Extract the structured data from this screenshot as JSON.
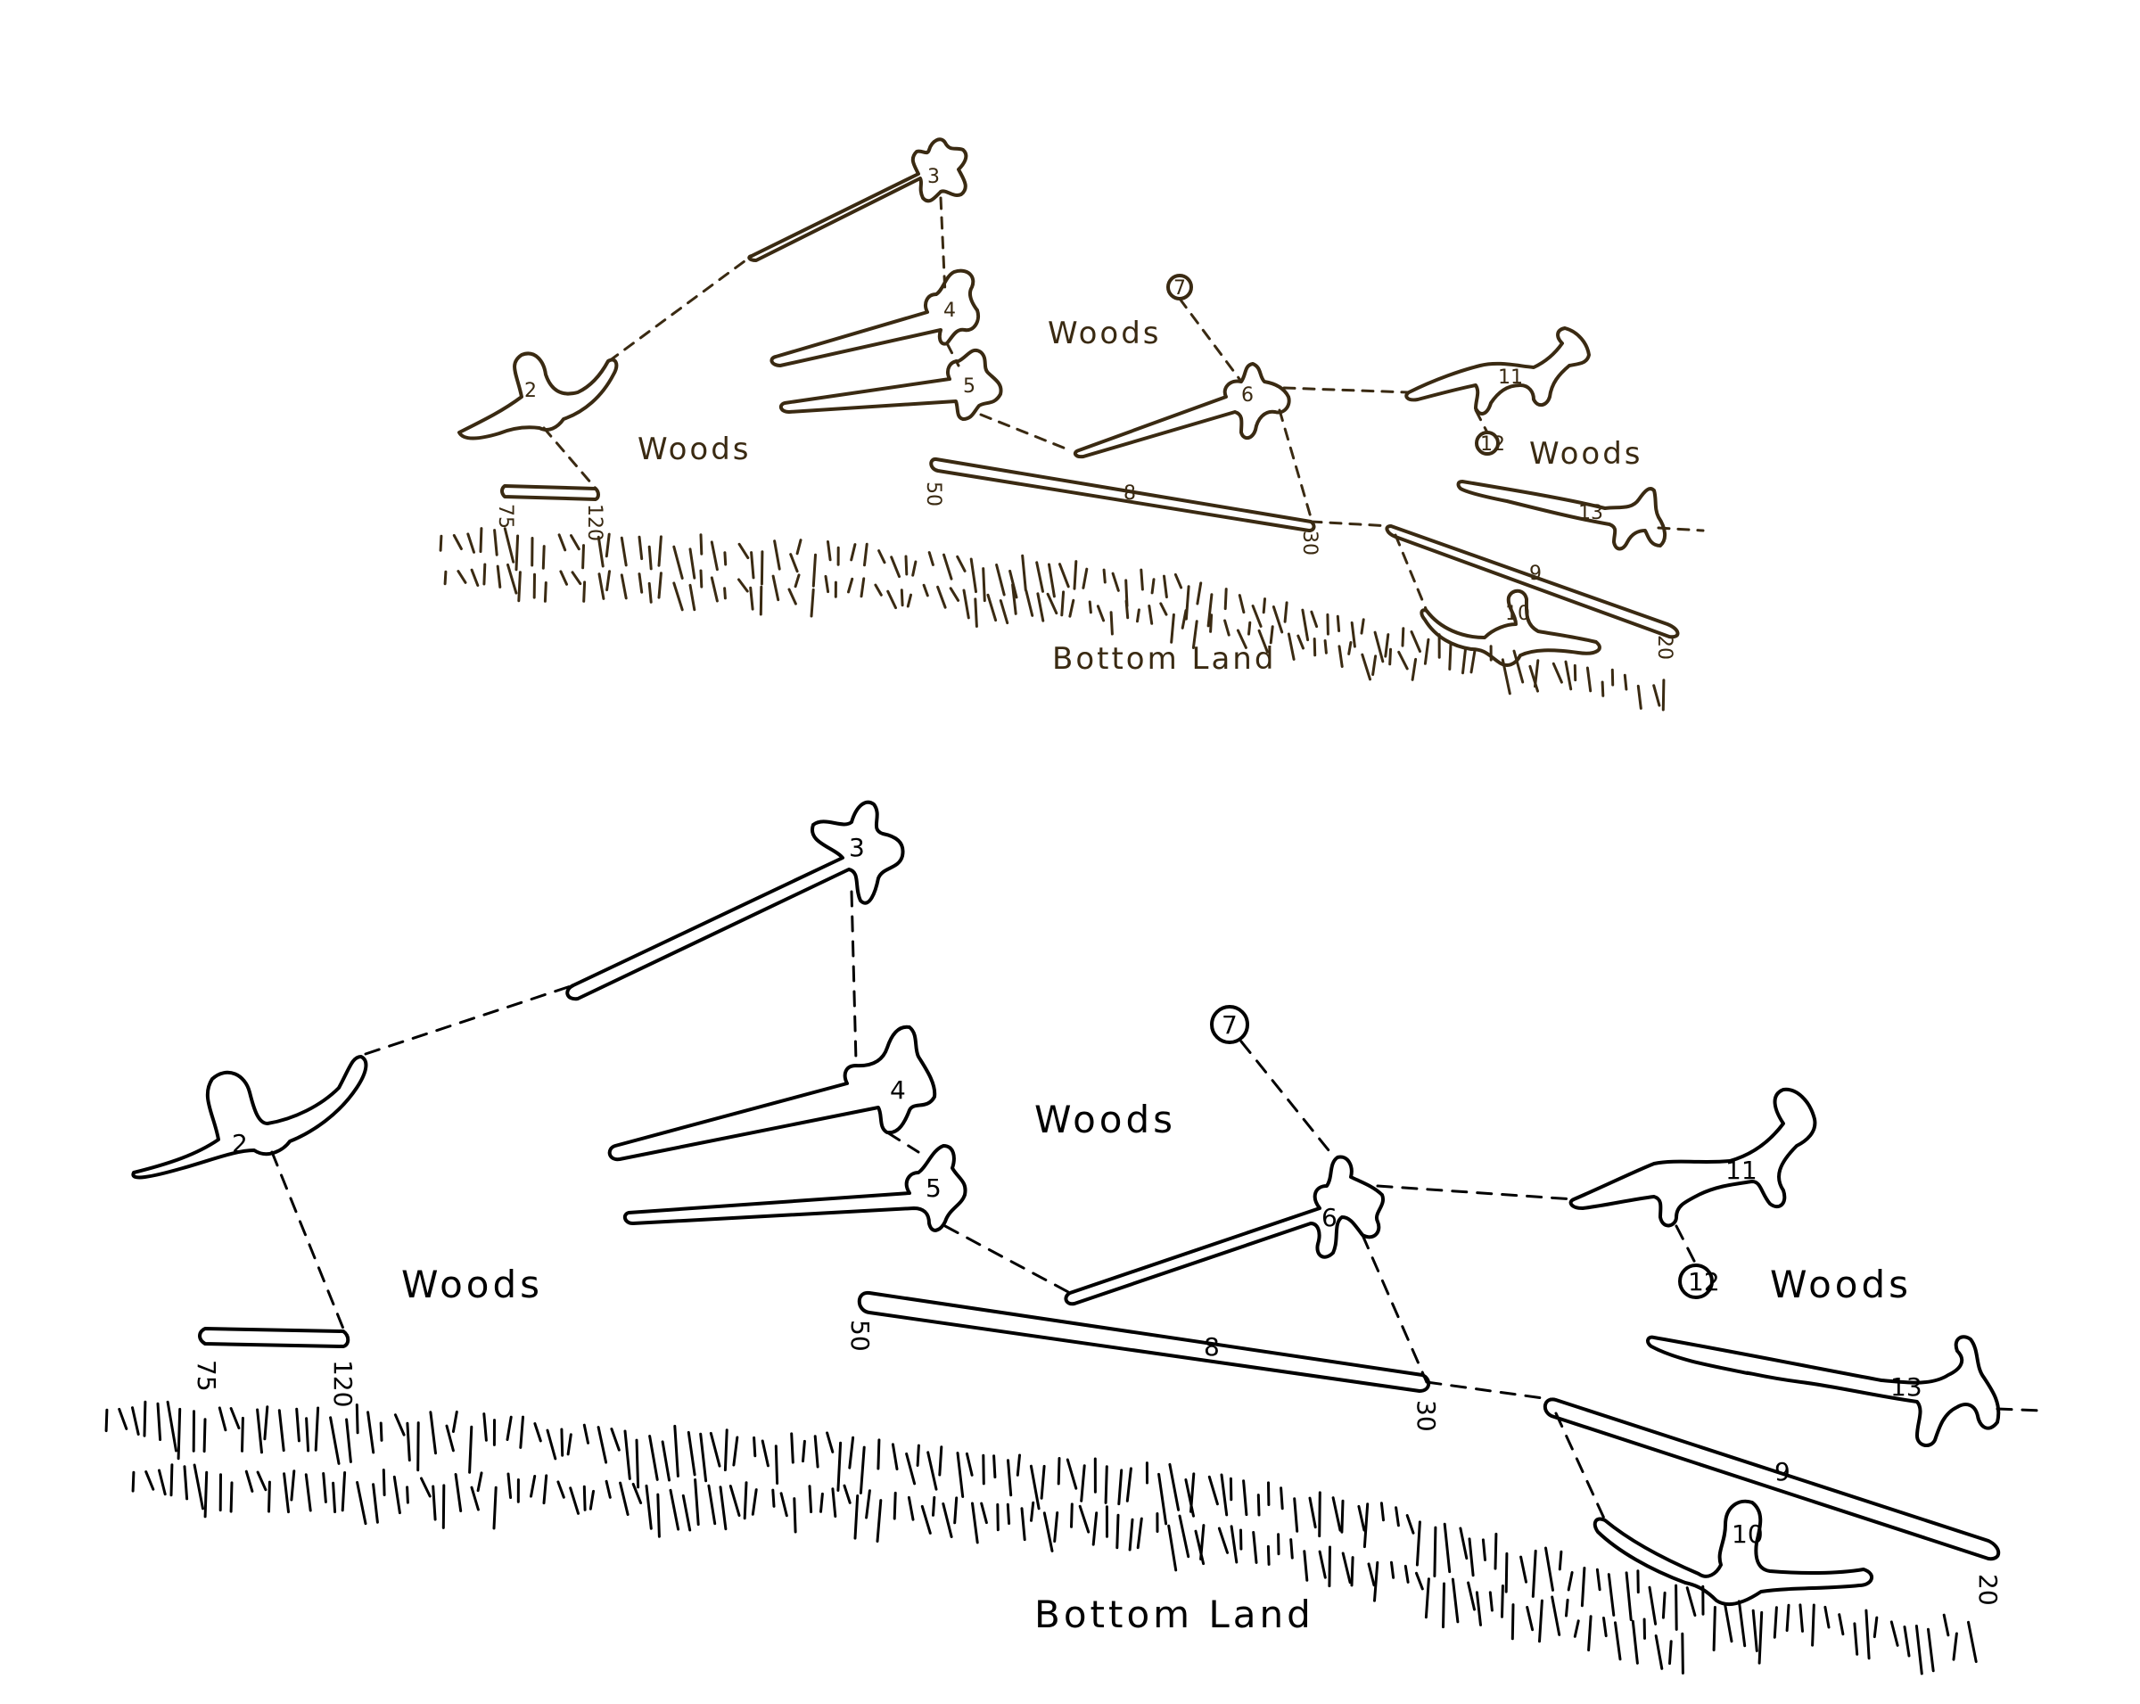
{
  "colors": {
    "top_ink": "#3a2a12",
    "bottom_ink": "#000000",
    "background": "#ffffff"
  },
  "top": {
    "area_labels": [
      "Woods",
      "Woods",
      "Woods",
      "Bottom Land"
    ],
    "mound_numbers": [
      "2",
      "3",
      "4",
      "5",
      "6",
      "7",
      "8",
      "9",
      "10",
      "11",
      "12",
      "13"
    ],
    "elevations": [
      "75",
      "120",
      "50",
      "30",
      "20"
    ]
  },
  "bottom": {
    "area_labels": [
      "Woods",
      "Woods",
      "Woods",
      "Bottom Land"
    ],
    "mound_numbers": [
      "2",
      "3",
      "4",
      "5",
      "6",
      "7",
      "8",
      "9",
      "10",
      "11",
      "12",
      "13"
    ],
    "elevations": [
      "75",
      "120",
      "50",
      "30",
      "20"
    ]
  }
}
